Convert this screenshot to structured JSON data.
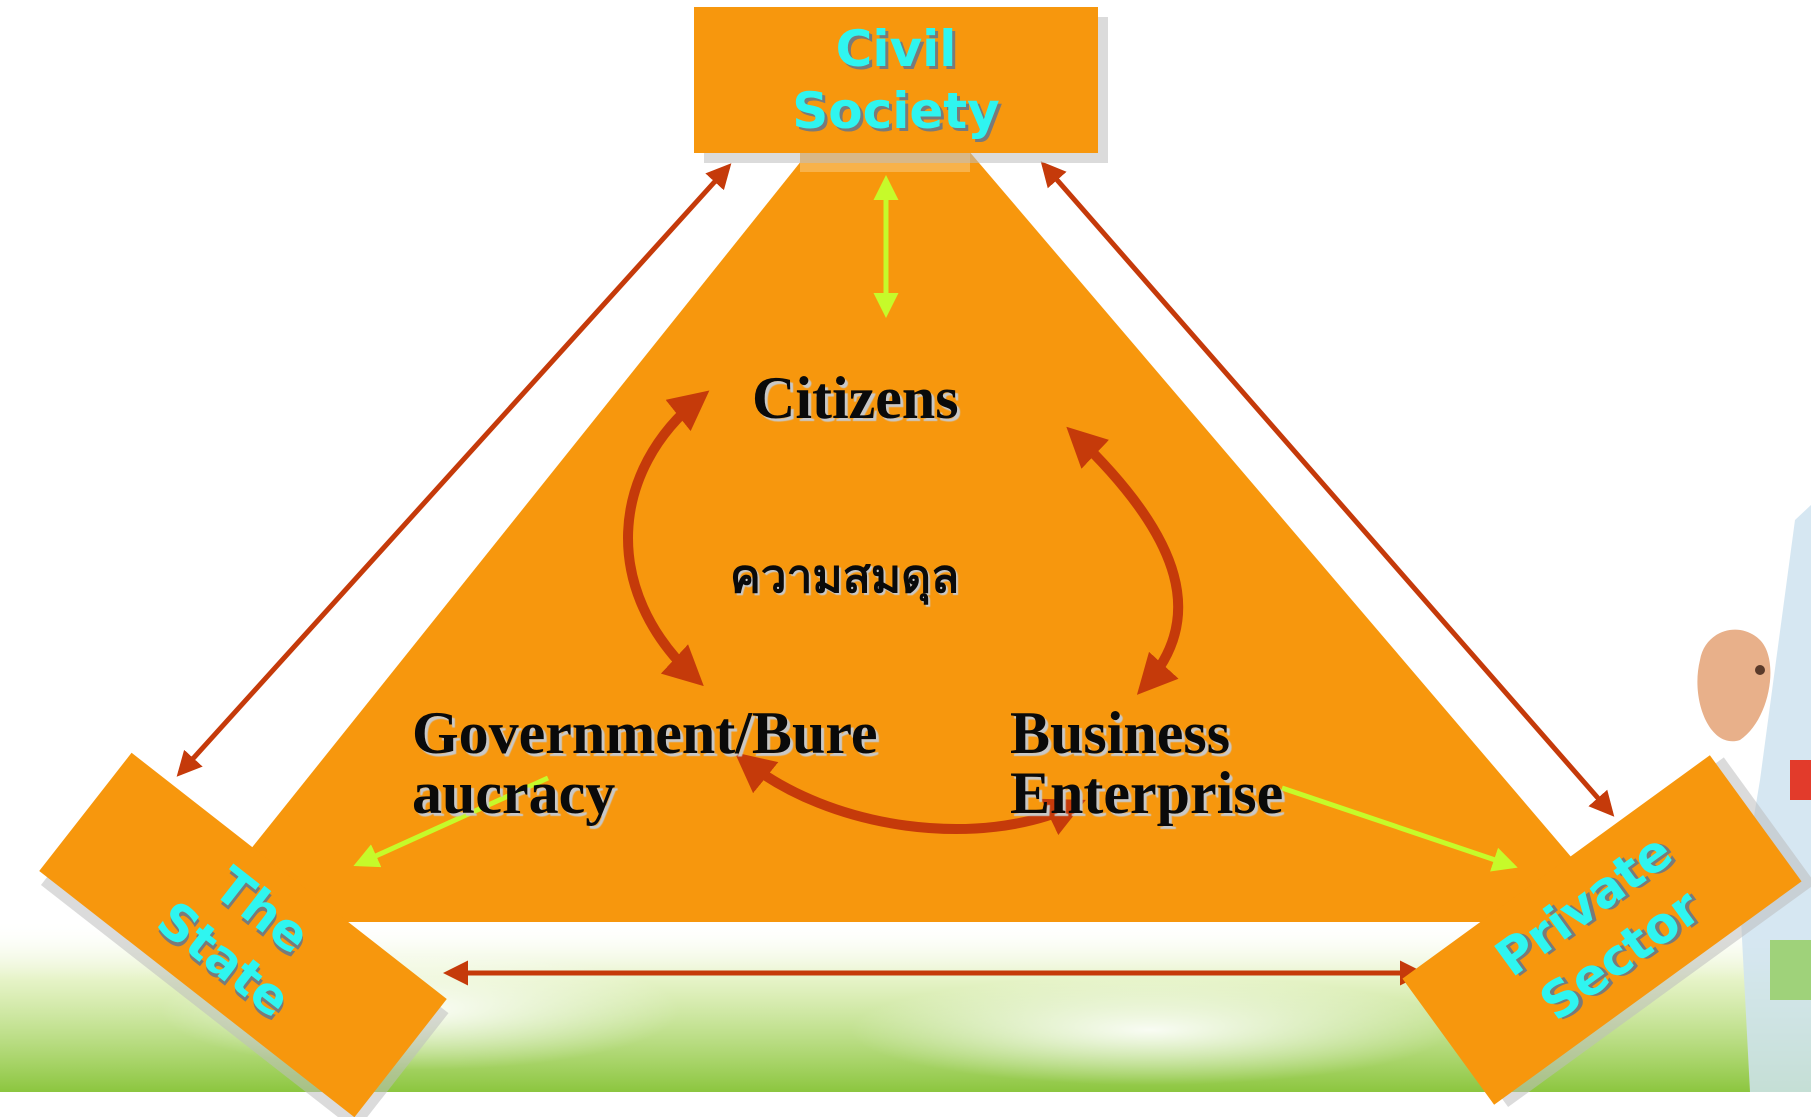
{
  "diagram": {
    "corners": {
      "civil_society": {
        "lines": [
          "Civil",
          "Society"
        ]
      },
      "the_state": {
        "lines": [
          "The",
          "State"
        ]
      },
      "private_sector": {
        "lines": [
          "Private",
          "Sector"
        ]
      }
    },
    "inner_nodes": {
      "citizens": {
        "lines": [
          "Citizens"
        ]
      },
      "government": {
        "lines": [
          "Government/Bure",
          "aucracy"
        ]
      },
      "business": {
        "lines": [
          "Business",
          "Enterprise"
        ]
      }
    },
    "center_label": "ความสมดุล"
  },
  "colors": {
    "triangle_fill": "#f7970d",
    "box_fill": "#f7970d",
    "box_text": "#2ff5f0",
    "outer_arrow": "#c53a0a",
    "green_arrow": "#c6fa2a",
    "inner_arrow": "#c53a0a"
  }
}
